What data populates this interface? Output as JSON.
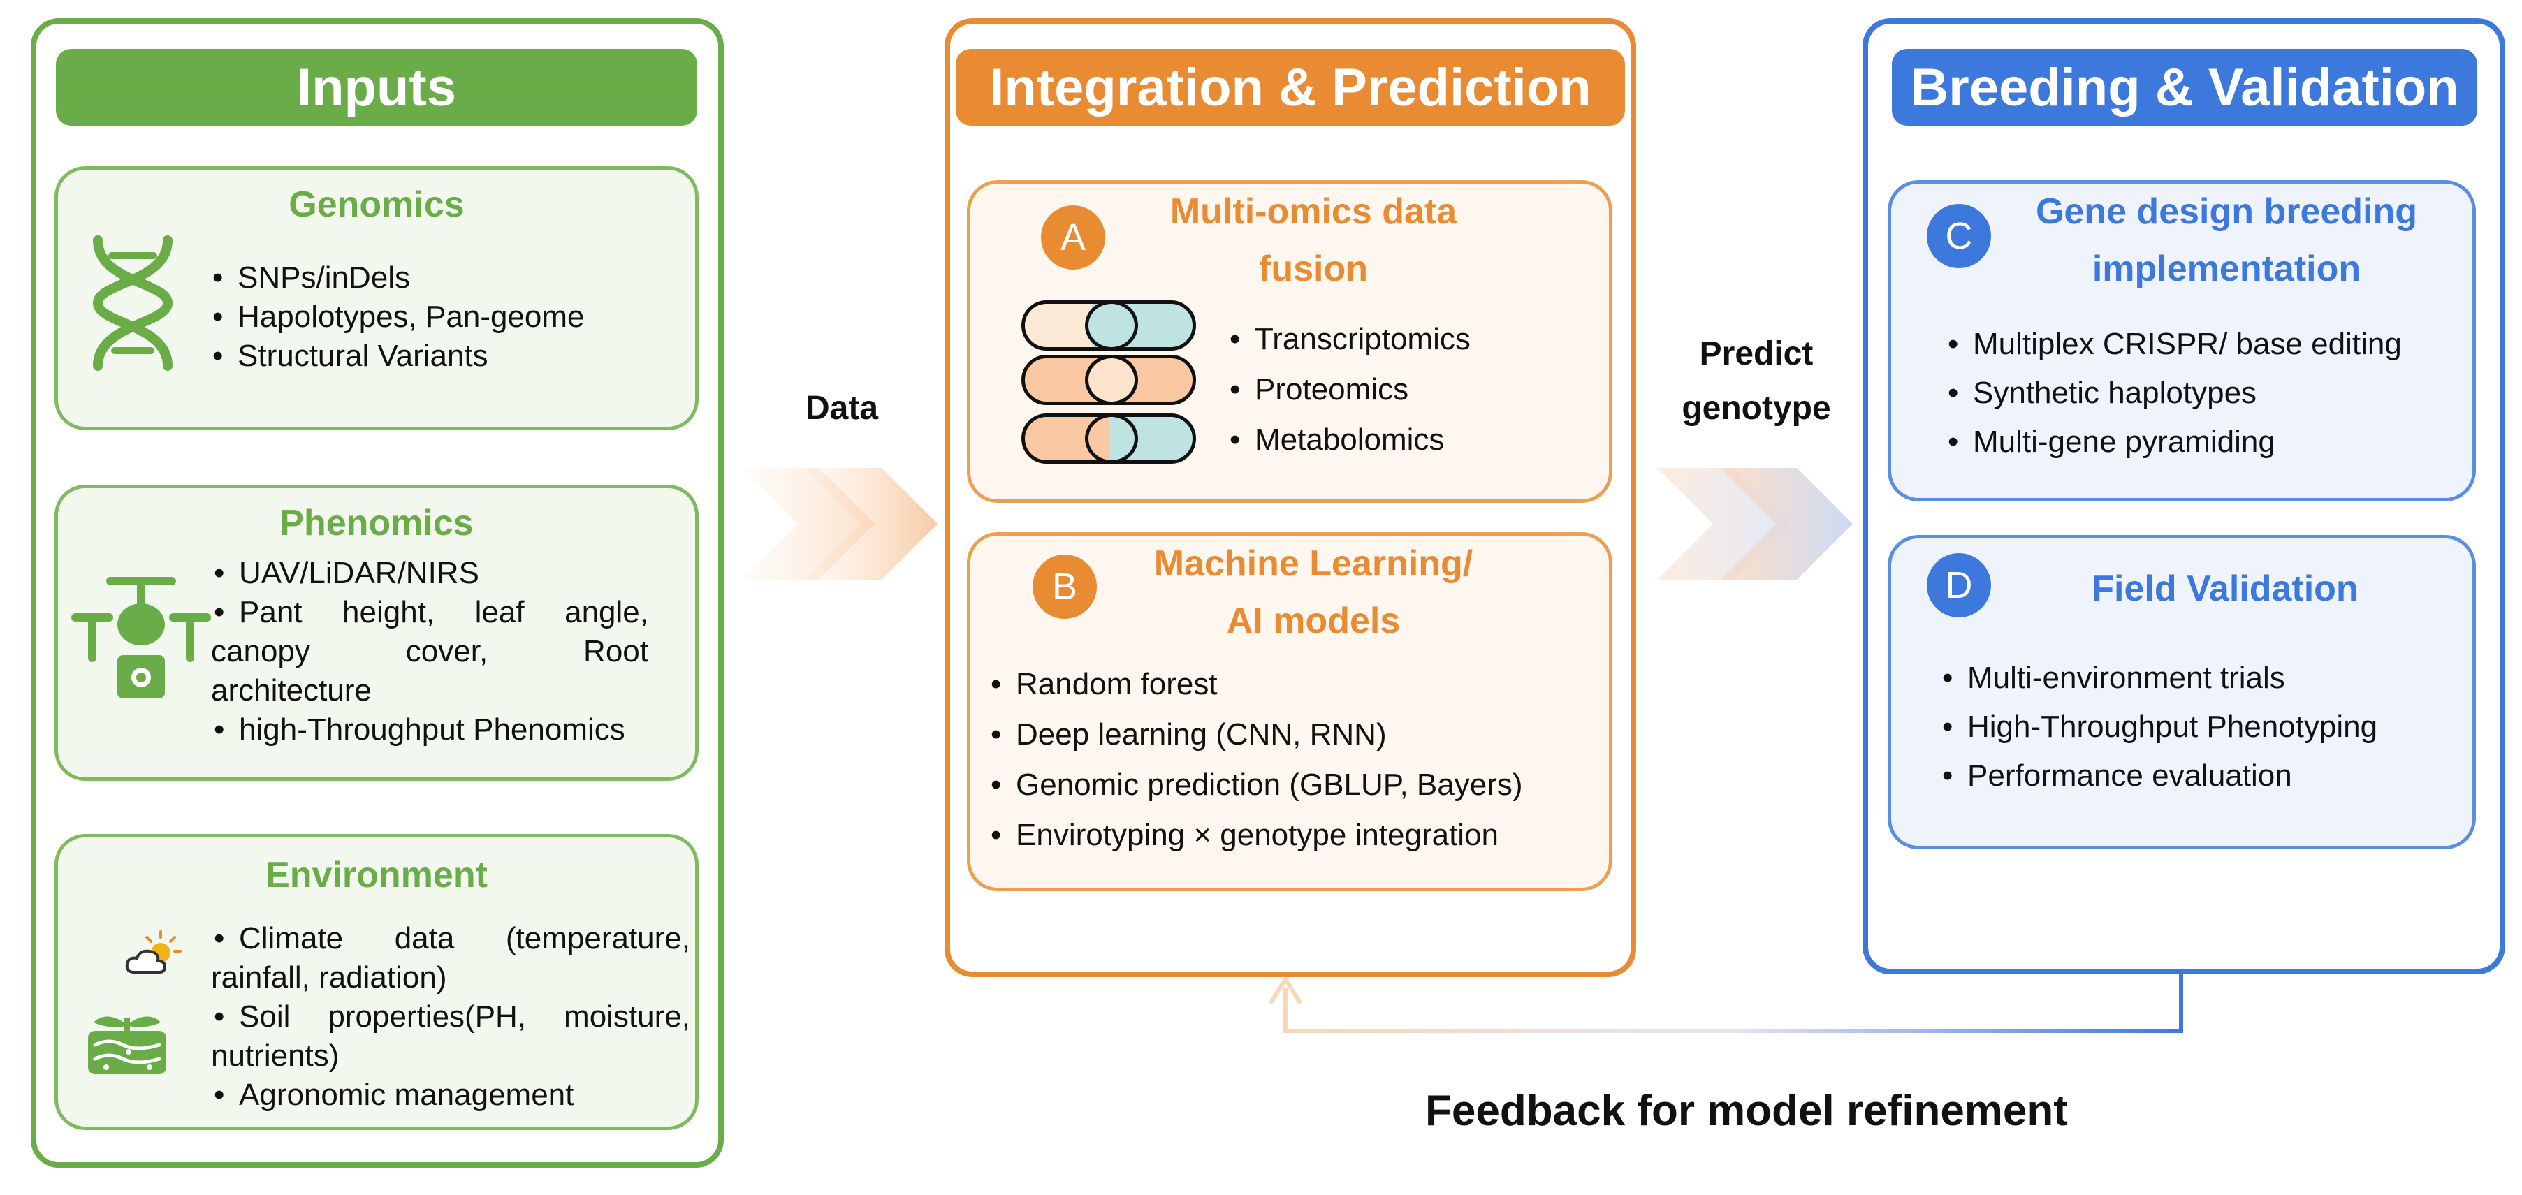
{
  "inputs": {
    "title": "Inputs",
    "genomics": {
      "title": "Genomics",
      "items": [
        "SNPs/inDels",
        "Hapolotypes, Pan-geome",
        "Structural Variants"
      ]
    },
    "phenomics": {
      "title": "Phenomics",
      "item1": "UAV/LiDAR/NIRS",
      "item2_line1": "Pant height, leaf angle,",
      "item2_line2": "canopy cover, Root",
      "item2_line3": "architecture",
      "item3": "high-Throughput Phenomics"
    },
    "environment": {
      "title": "Environment",
      "item1_line1": "Climate data (temperature,",
      "item1_line2": "rainfall, radiation)",
      "item2_line1": "Soil properties(PH, moisture,",
      "item2_line2": "nutrients)",
      "item3": "Agronomic management"
    }
  },
  "integration": {
    "title": "Integration & Prediction",
    "fusion": {
      "badge": "A",
      "title_line1": "Multi-omics data",
      "title_line2": "fusion",
      "items": [
        "Transcriptomics",
        "Proteomics",
        "Metabolomics"
      ]
    },
    "ml": {
      "badge": "B",
      "title_line1": "Machine Learning/",
      "title_line2": "AI models",
      "items": [
        "Random forest",
        "Deep learning (CNN, RNN)",
        "Genomic prediction (GBLUP,  Bayers)",
        "Envirotyping × genotype  integration"
      ]
    }
  },
  "breeding": {
    "title": "Breeding & Validation",
    "gene_design": {
      "badge": "C",
      "title_line1": "Gene design breeding",
      "title_line2": "implementation",
      "items": [
        "Multiplex CRISPR/ base editing",
        "Synthetic haplotypes",
        "Multi-gene pyramiding"
      ]
    },
    "field": {
      "badge": "D",
      "title": "Field Validation",
      "items": [
        "Multi-environment trials",
        "High-Throughput Phenotyping",
        "Performance evaluation"
      ]
    }
  },
  "flows": {
    "data_label": "Data",
    "predict_line1": "Predict",
    "predict_line2": "genotype",
    "feedback_label": "Feedback for model refinement"
  },
  "icons": {
    "genomics": "dna-icon",
    "phenomics": "drone-icon",
    "environment_weather": "sun-cloud-icon",
    "environment_soil": "soil-plant-icon"
  },
  "colors": {
    "inputs": "#6aad48",
    "integration": "#e98b33",
    "breeding": "#3d78dc",
    "pill_teal": "#bfe3e3",
    "pill_peach": "#fac8a2"
  }
}
